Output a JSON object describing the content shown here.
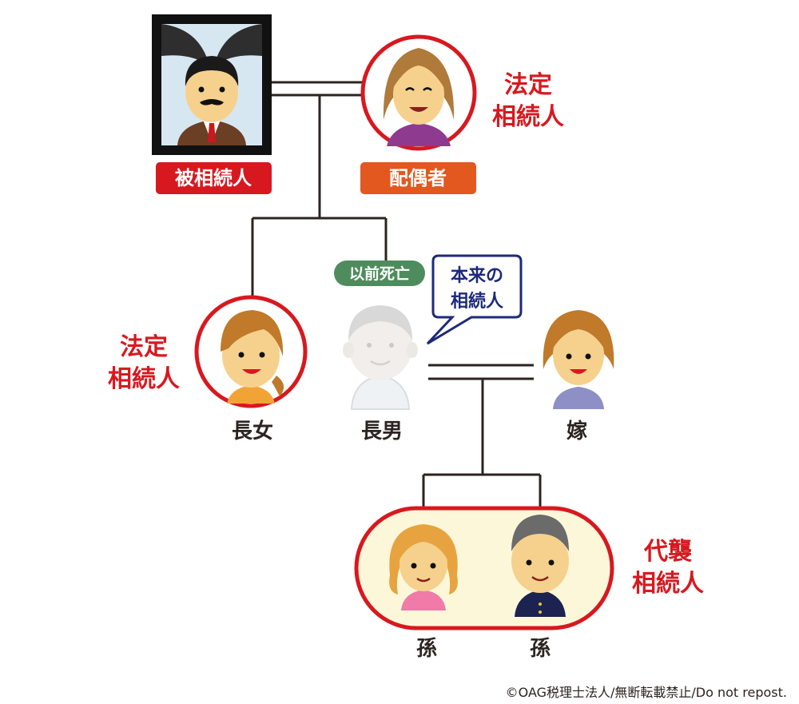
{
  "deceased": {
    "label": "被相続人"
  },
  "spouse": {
    "label": "配偶者"
  },
  "legal_heir_label": {
    "line1": "法定",
    "line2": "相続人"
  },
  "deceased_before": {
    "label": "以前死亡"
  },
  "speech_bubble": {
    "line1": "本来の",
    "line2": "相続人"
  },
  "eldest_daughter": {
    "label": "長女"
  },
  "eldest_son": {
    "label": "長男"
  },
  "daughter_in_law": {
    "label": "嫁"
  },
  "grandchild_left": {
    "label": "孫"
  },
  "grandchild_right": {
    "label": "孫"
  },
  "substitute_heir_label": {
    "line1": "代襲",
    "line2": "相続人"
  },
  "copyright": "©OAG税理士法人/無断転載禁止/Do not repost.",
  "colors": {
    "red": "#d7191f",
    "orange": "#e2581f",
    "green": "#4f8c5d",
    "navy": "#1d2a7a",
    "line": "#2b2421",
    "cream": "#fdf7da"
  }
}
